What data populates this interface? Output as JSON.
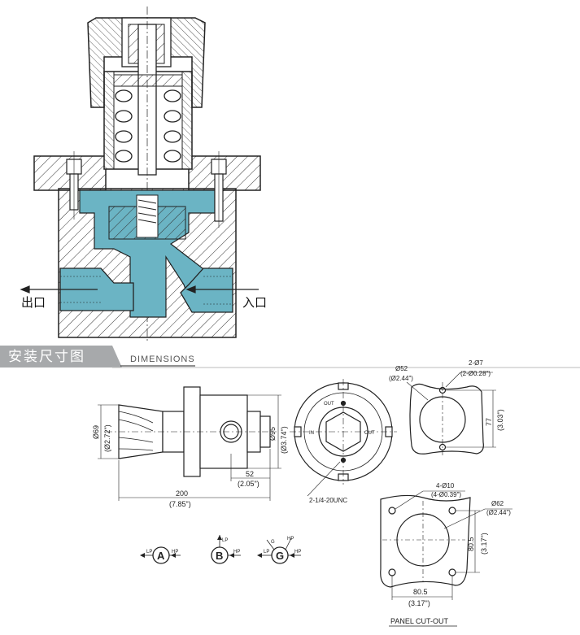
{
  "section_cross": {
    "outlet_label": "出口",
    "inlet_label": "入口"
  },
  "header": {
    "title_cn": "安装尺寸图",
    "title_en": "DIMENSIONS",
    "band_color": "#a7a9ab",
    "text_color": "#ffffff"
  },
  "colors": {
    "line": "#222222",
    "fluid": "#6bb4c4",
    "hatch": "#333333"
  },
  "dimensions": {
    "diameter_69": "Ø69",
    "diameter_69_in": "(Ø2.72\")",
    "diameter_95": "Ø95",
    "diameter_95_in": "(Ø3.74\")",
    "length_52": "52",
    "length_52_in": "(2.05\")",
    "length_200": "200",
    "length_200_in": "(7.85\")",
    "thread": "2-1/4-20UNC",
    "port_out_top": "OUT",
    "port_in": "IN",
    "port_out_right": "OUT"
  },
  "mount_top": {
    "hole": "Ø52",
    "hole_in": "(Ø2.44\")",
    "bolts": "2-Ø7",
    "bolts_in": "(2-Ø0.28\")",
    "span": "77",
    "span_in": "(3.03\")"
  },
  "mount_bottom": {
    "bolts": "4-Ø10",
    "bolts_in": "(4-Ø0.39\")",
    "hole": "Ø62",
    "hole_in": "(Ø2.44\")",
    "height": "80.5",
    "height_in": "(3.17\")",
    "width": "80.5",
    "width_in": "(3.17\")",
    "caption": "PANEL CUT-OUT"
  },
  "port_configs": [
    {
      "letter": "A",
      "left": "LP",
      "right": "HP",
      "top": ""
    },
    {
      "letter": "B",
      "left": "",
      "right": "HP",
      "top": "LP"
    },
    {
      "letter": "G",
      "left": "LP",
      "right": "HP",
      "top": "G"
    }
  ],
  "port_extra": {
    "g_top_right": "HP"
  }
}
